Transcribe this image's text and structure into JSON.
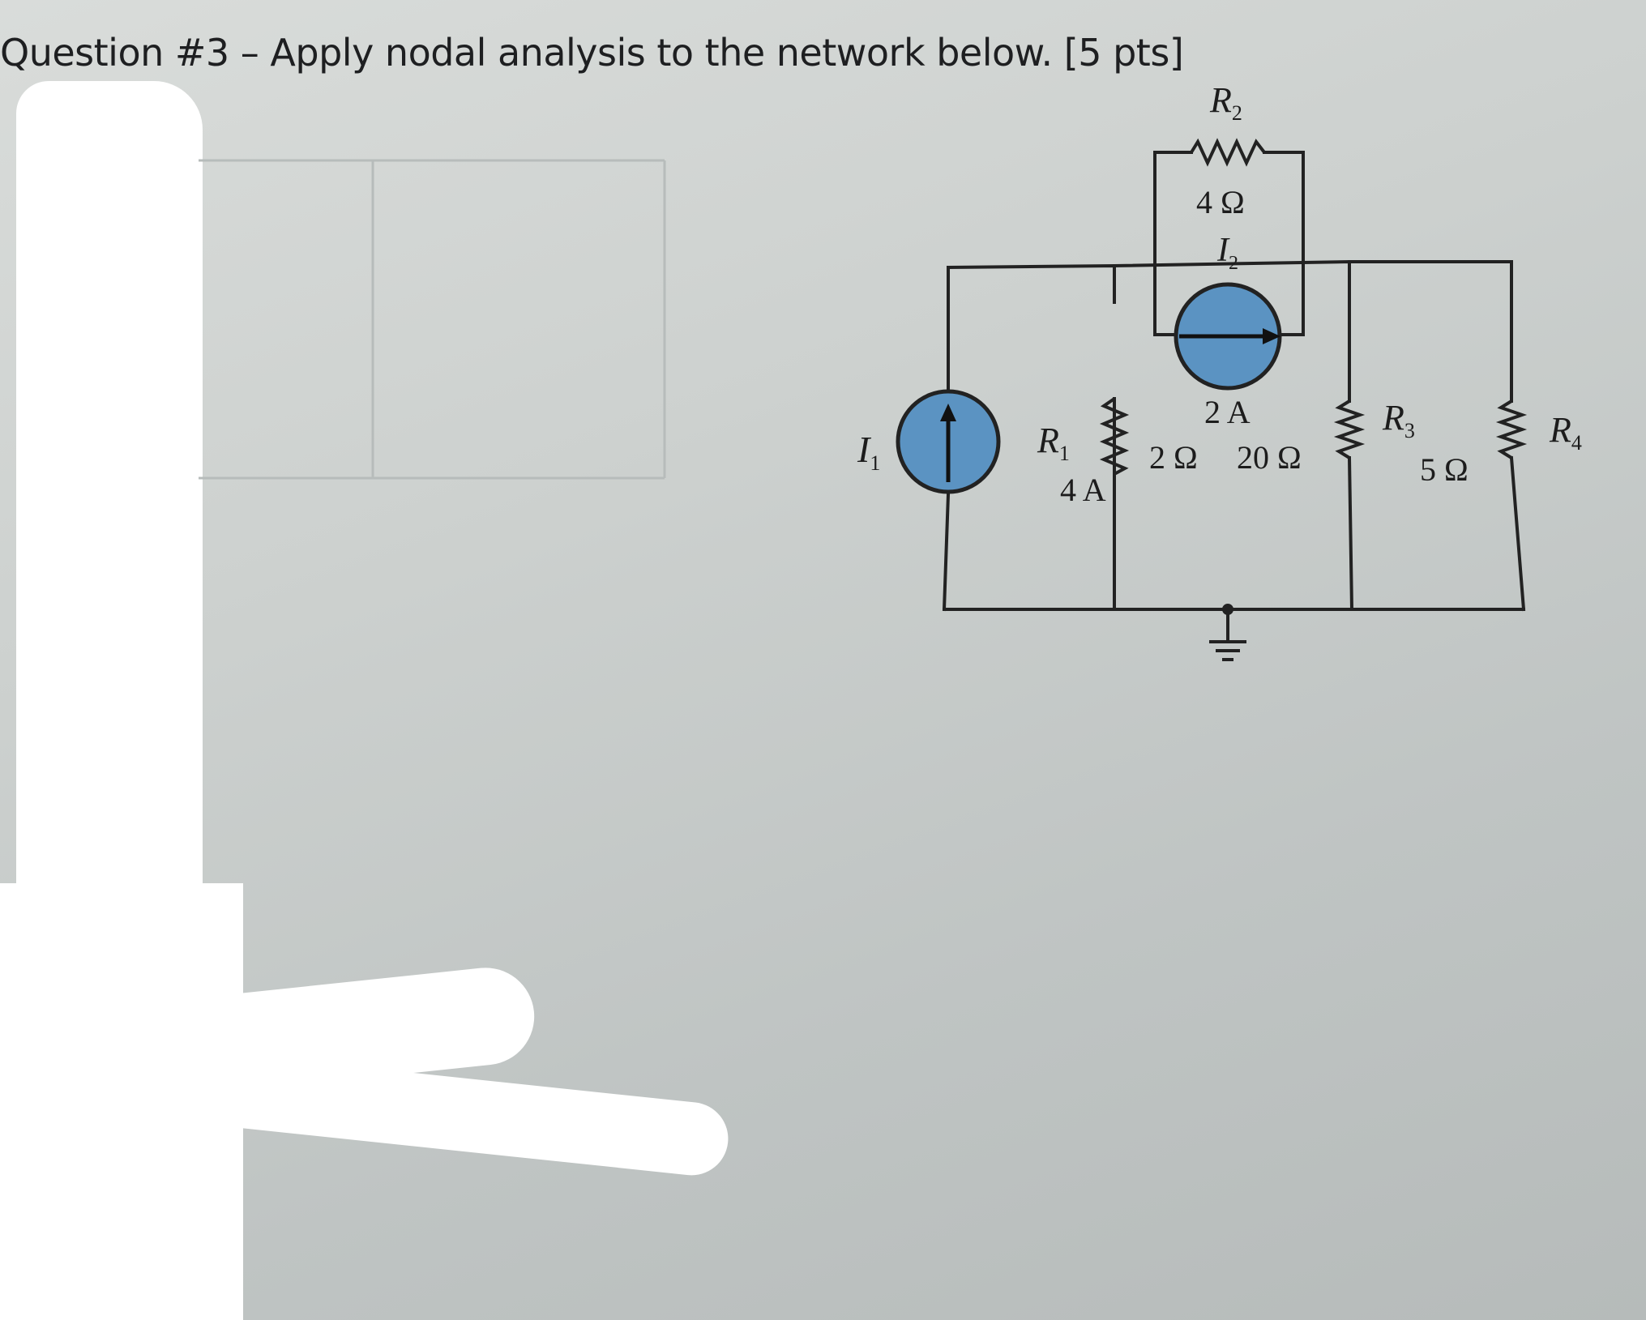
{
  "question": {
    "text": "Question #3 – Apply nodal analysis to the network below. [5 pts]"
  },
  "circuit": {
    "sources": [
      {
        "id": "I1",
        "name": "I",
        "subscript": "1",
        "value": "4 A",
        "direction": "up"
      },
      {
        "id": "I2",
        "name": "I",
        "subscript": "2",
        "value": "2 A",
        "direction": "right"
      }
    ],
    "resistors": [
      {
        "id": "R1",
        "name": "R",
        "subscript": "1",
        "value": "2 Ω"
      },
      {
        "id": "R2",
        "name": "R",
        "subscript": "2",
        "value": "4 Ω"
      },
      {
        "id": "R3",
        "name": "R",
        "subscript": "3",
        "value": "20 Ω"
      },
      {
        "id": "R4",
        "name": "R",
        "subscript": "4",
        "value": "5 Ω"
      }
    ],
    "ground": "ground-symbol"
  },
  "colors": {
    "source_fill": "#5b93c2",
    "wire": "#222222",
    "occlusion": "#ffffff"
  }
}
